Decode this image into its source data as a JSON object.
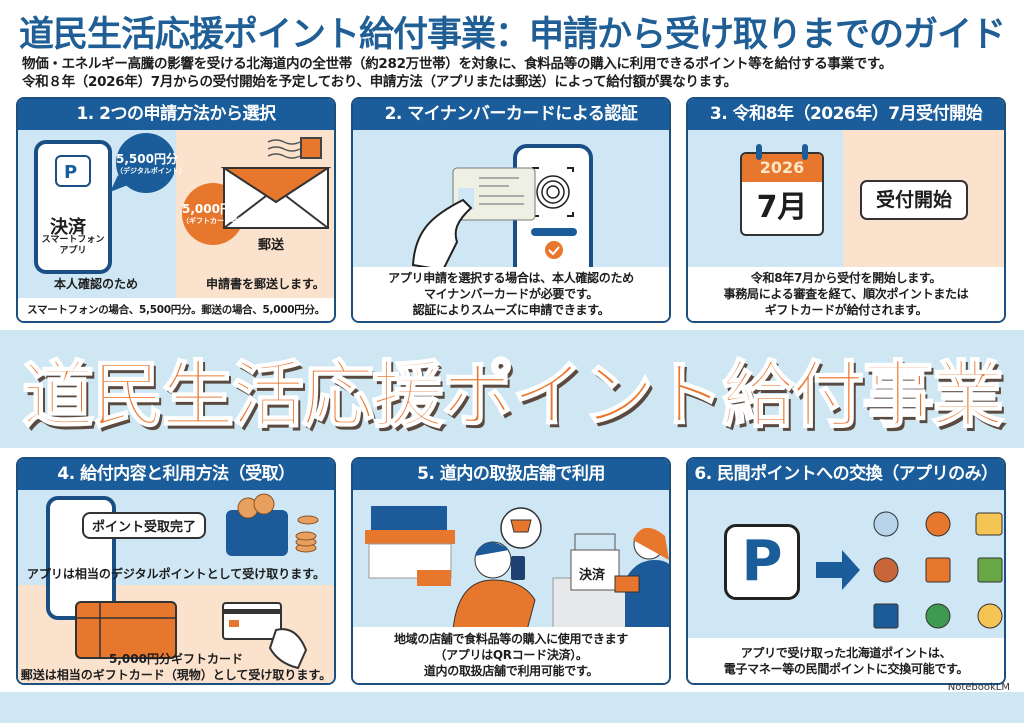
{
  "title": "道民生活応援ポイント給付事業：申請から受け取りまでのガイド",
  "intro": [
    "物価・エネルギー高騰の影響を受ける北海道内の全世帯（約282万世帯）を対象に、食料品等の購入に利用できるポイント等を給付する事業です。",
    "令和８年（2026年）7月からの受付開始を予定しており、申請方法（アプリまたは郵送）によって給付額が異なります。"
  ],
  "banner": "道民生活応援ポイント給付事業",
  "colors": {
    "blue": "#1a5d9a",
    "orange": "#e8772e",
    "lightblue": "#cfe7f4",
    "peach": "#fbe2cd"
  },
  "panels": [
    {
      "title": "1. 2つの申請方法から選択",
      "app_label": "決済",
      "app_sub": [
        "スマートフォン",
        "アプリ"
      ],
      "digital_amount": "5,500円分",
      "digital_note": "（デジタルポイント）",
      "gift_amount": "5,000円分",
      "gift_note": "（ギフトカード券）",
      "mail_label": "郵送",
      "left_caption": "本人確認のため",
      "right_caption": "申請書を郵送します。",
      "caption": [
        "スマートフォンの場合、5,500円分。郵送の場合、5,000円分。"
      ]
    },
    {
      "title": "2. マイナンバーカードによる認証",
      "caption": [
        "アプリ申請を選択する場合は、本人確認のため",
        "マイナンバーカードが必要です。",
        "認証によりスムーズに申請できます。"
      ]
    },
    {
      "title": "3. 令和8年（2026年）7月受付開始",
      "cal_year": "2026",
      "cal_month": "7月",
      "badge": "受付開始",
      "caption": [
        "令和8年7月から受付を開始します。",
        "事務局による審査を経て、順次ポイントまたは",
        "ギフトカードが給付されます。"
      ]
    },
    {
      "title": "4. 給付内容と利用方法（受取）",
      "bubble": "ポイント受取完了",
      "app_text": "アプリは相当のデジタルポイントとして受け取ります。",
      "gift_title": "5,000円分ギフトカード",
      "gift_text": "郵送は相当のギフトカード（現物）として受け取ります。"
    },
    {
      "title": "5. 道内の取扱店舗で利用",
      "register_label": "決済",
      "caption": [
        "地域の店舗で食料品等の購入に使用できます",
        "（アプリはQRコード決済）。",
        "道内の取扱店舗で利用可能です。"
      ]
    },
    {
      "title": "6. 民間ポイントへの交換（アプリのみ）",
      "point_letter": "P",
      "caption": [
        "アプリで受け取った北海道ポイントは、",
        "電子マネー等の民間ポイントに交換可能です。"
      ]
    }
  ],
  "watermark": "NotebookLM"
}
